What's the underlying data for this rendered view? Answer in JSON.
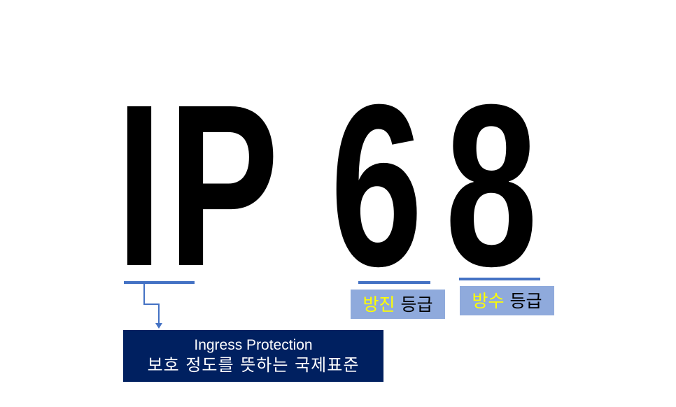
{
  "code": {
    "letter_i": "I",
    "letter_p": "P",
    "digit_first": "6",
    "digit_second": "8"
  },
  "labels": {
    "dust": {
      "highlight": "방진",
      "rest": " 등급"
    },
    "water": {
      "highlight": "방수",
      "rest": " 등급"
    }
  },
  "info": {
    "english": "Ingress Protection",
    "korean": "보호 정도를 뜻하는 국제표준"
  },
  "colors": {
    "accent_line": "#4472c4",
    "label_box": "#8faadc",
    "label_highlight": "#ffff00",
    "info_box": "#002060"
  }
}
